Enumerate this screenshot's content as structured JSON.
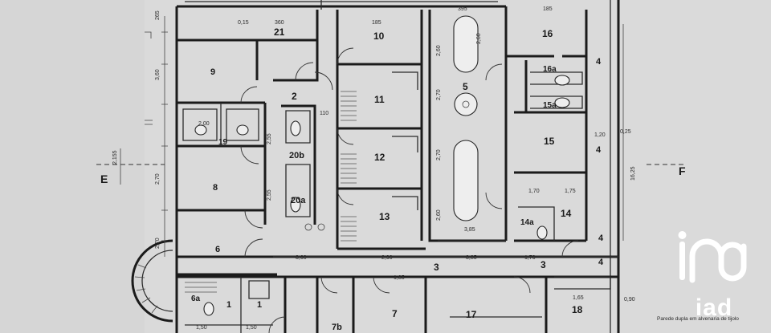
{
  "plan": {
    "rooms": [
      "21",
      "10",
      "16",
      "9",
      "5",
      "16a",
      "2",
      "11",
      "15a",
      "19",
      "20b",
      "12",
      "15",
      "8",
      "20a",
      "14",
      "13",
      "14a",
      "6",
      "6a",
      "1",
      "1",
      "7b",
      "7",
      "17",
      "18",
      "3",
      "3",
      "4",
      "4",
      "4",
      "4"
    ],
    "section_marks": [
      "E",
      "F"
    ],
    "dimensions": [
      "185",
      "395",
      "360",
      "0,15",
      "185",
      "265",
      "3,60",
      "2,60",
      "2,60",
      "2,70",
      "2,60",
      "110",
      "2,00",
      "2,55",
      "2,55",
      "2,70",
      "2,70",
      "2,70",
      "1,20",
      "0,25",
      "3,85",
      "1,70",
      "1,75",
      "2,90",
      "3,60",
      "3,85",
      "1,70",
      "1,65",
      "1,50",
      "1,50",
      "1,85",
      "16,25",
      "2,155",
      "0,90"
    ],
    "note": "Parede dupla em alvenaria de tijolo"
  },
  "watermark": {
    "brand_text": "iad"
  }
}
